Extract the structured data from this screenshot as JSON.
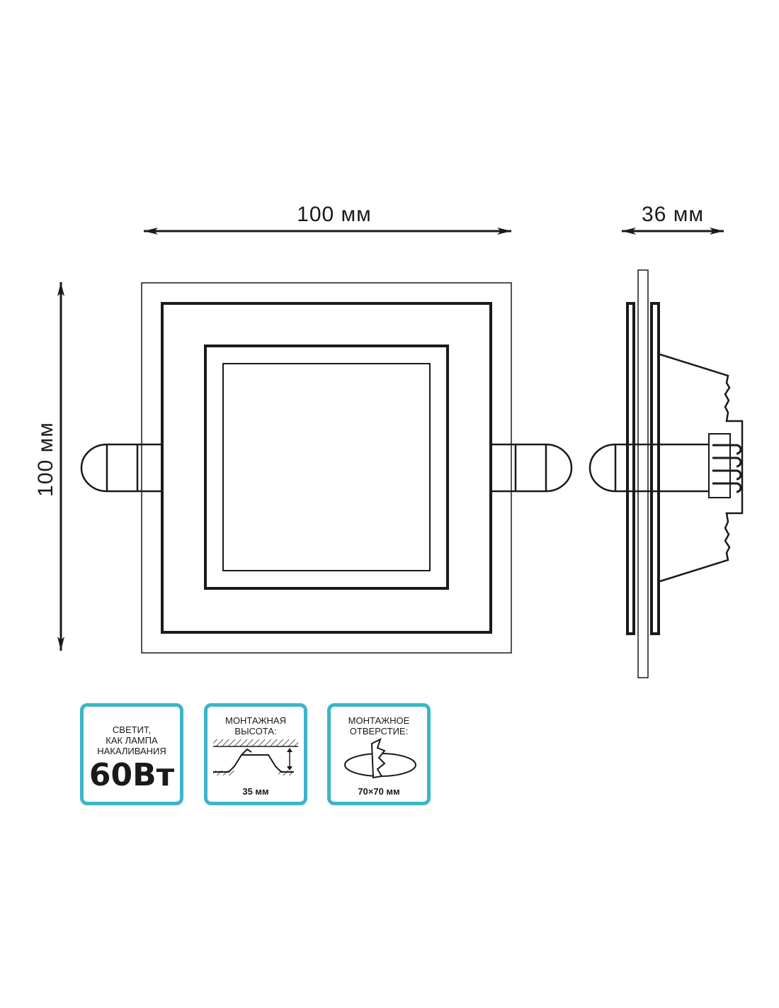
{
  "dimensions": {
    "front_width": "100 мм",
    "front_height": "100 мм",
    "side_depth": "36 мм"
  },
  "cards": {
    "brightness": {
      "line1": "СВЕТИТ,",
      "line2": "КАК ЛАМПА",
      "line3": "НАКАЛИВАНИЯ",
      "value": "60Вт"
    },
    "mount_height": {
      "line1": "МОНТАЖНАЯ",
      "line2": "ВЫСОТА:",
      "value": "35 мм"
    },
    "mount_hole": {
      "line1": "МОНТАЖНОЕ",
      "line2": "ОТВЕРСТИЕ:",
      "value": "70×70 мм"
    }
  },
  "colors": {
    "accent": "#3bb6c9",
    "line": "#1a1a1a"
  }
}
